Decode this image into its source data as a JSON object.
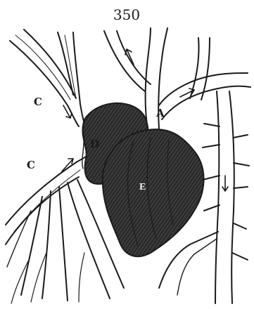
{
  "figure": {
    "number": "350",
    "labels": {
      "a": "A",
      "c_upper": "C",
      "c_lower": "C",
      "d": "D",
      "e": "E"
    }
  }
}
